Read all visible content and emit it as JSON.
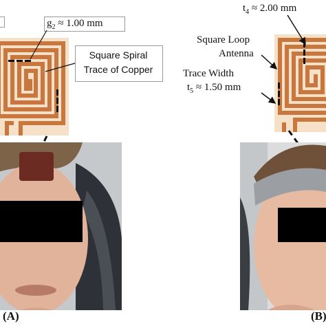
{
  "figure": {
    "panel_a": {
      "label": "(A)",
      "gap_label": {
        "var": "g",
        "sub": "2",
        "rest": " ≈ 1.00 mm"
      },
      "callout_label": [
        "Square Spiral",
        "Trace of Copper"
      ]
    },
    "panel_b": {
      "label": "(B)",
      "spacing_label": {
        "var": "t",
        "sub": "4",
        "rest": " ≈ 2.00 mm"
      },
      "antenna_label": [
        "Square Loop",
        "Antenna"
      ],
      "width_label": {
        "line1": "Trace Width",
        "var": "t",
        "sub": "5",
        "rest": " ≈ 1.50 mm"
      }
    },
    "colors": {
      "copper": "#c8783e",
      "substrate": "#f6e1c8",
      "patch_dark": "#6b2a22",
      "band_gray": "#9b9ea3",
      "censor": "#000000"
    }
  }
}
